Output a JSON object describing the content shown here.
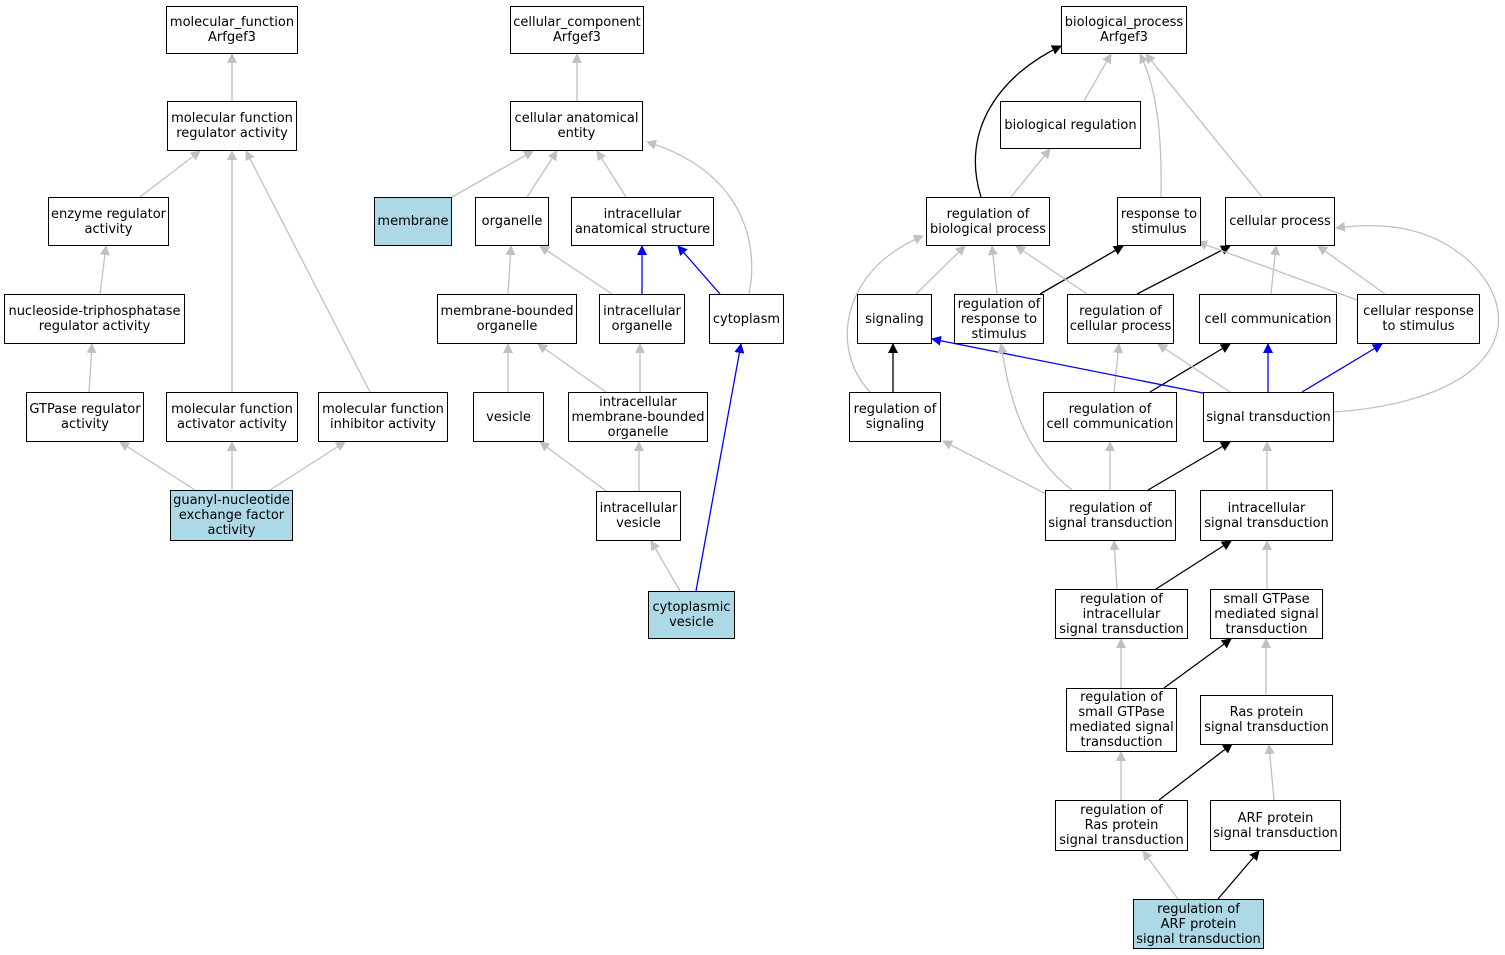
{
  "colors": {
    "highlight": "#add8e6",
    "is_a": "#c0c0c0",
    "regulates": "#000000",
    "part_of": "#0000ff"
  },
  "nodes": {
    "mf_root": "molecular_function\nArfgef3",
    "mf_reg": "molecular function\nregulator activity",
    "enzyme_reg": "enzyme regulator\nactivity",
    "ntpase_reg": "nucleoside-triphosphatase\nregulator activity",
    "gtpase_reg": "GTPase regulator\nactivity",
    "mf_activator": "molecular function\nactivator activity",
    "mf_inhibitor": "molecular function\ninhibitor activity",
    "gef": "guanyl-nucleotide\nexchange factor\nactivity",
    "cc_root": "cellular_component\nArfgef3",
    "cae": "cellular anatomical\nentity",
    "membrane": "membrane",
    "organelle": "organelle",
    "ias": "intracellular\nanatomical structure",
    "mbo": "membrane-bounded\norganelle",
    "io": "intracellular\norganelle",
    "cytoplasm": "cytoplasm",
    "vesicle": "vesicle",
    "imbo": "intracellular\nmembrane-bounded\norganelle",
    "iv": "intracellular\nvesicle",
    "cv": "cytoplasmic\nvesicle",
    "bp_root": "biological_process\nArfgef3",
    "bio_reg": "biological regulation",
    "reg_bp": "regulation of\nbiological process",
    "resp_stim": "response to\nstimulus",
    "cell_proc": "cellular process",
    "signaling": "signaling",
    "reg_resp": "regulation of\nresponse to\nstimulus",
    "reg_cp": "regulation of\ncellular process",
    "cell_comm": "cell communication",
    "cell_resp": "cellular response\nto stimulus",
    "reg_sig": "regulation of\nsignaling",
    "reg_cc": "regulation of\ncell communication",
    "sig_trans": "signal transduction",
    "reg_st": "regulation of\nsignal transduction",
    "ist": "intracellular\nsignal transduction",
    "reg_ist": "regulation of\nintracellular\nsignal transduction",
    "sgtp": "small GTPase\nmediated signal\ntransduction",
    "reg_sgtp": "regulation of\nsmall GTPase\nmediated signal\ntransduction",
    "ras": "Ras protein\nsignal transduction",
    "reg_ras": "regulation of\nRas protein\nsignal transduction",
    "arf": "ARF protein\nsignal transduction",
    "reg_arf": "regulation of\nARF protein\nsignal transduction"
  }
}
